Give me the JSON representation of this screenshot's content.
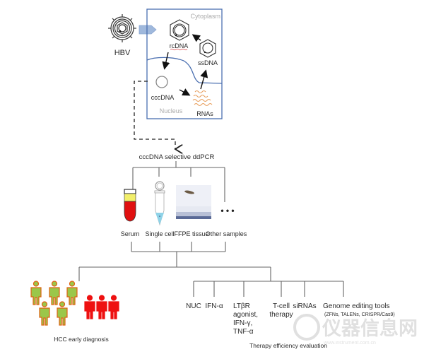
{
  "virus": {
    "label": "HBV"
  },
  "cell": {
    "cytoplasm_label": "Cytoplasm",
    "nucleus_label": "Nucleus",
    "rcdna_label": "rcDNA",
    "ssdna_label": "ssDNA",
    "cccdna_label": "cccDNA",
    "rnas_label": "RNAs"
  },
  "method": {
    "label": "cccDNA selective ddPCR"
  },
  "samples": [
    {
      "label": "Serum",
      "icon": "blood-tube-icon"
    },
    {
      "label": "Single cell",
      "icon": "microtube-icon"
    },
    {
      "label": "FFPE tissue",
      "icon": "tissue-block-icon"
    },
    {
      "label": "Other samples",
      "icon": "ellipsis-icon",
      "symbol": "• • •"
    }
  ],
  "applications": {
    "diagnosis": {
      "label": "HCC early diagnosis"
    },
    "therapy": {
      "label": "Therapy efficiency evaluation",
      "items": [
        {
          "lines": [
            "NUC"
          ]
        },
        {
          "lines": [
            "IFN-α"
          ]
        },
        {
          "lines": [
            "LTβR",
            "agonist,",
            "IFN-γ,",
            "TNF-α"
          ]
        },
        {
          "lines": [
            "T-cell",
            "therapy"
          ]
        },
        {
          "lines": [
            "siRNAs"
          ]
        },
        {
          "lines": [
            "Genome editing tools"
          ],
          "sub": "(ZFNs, TALENs, CRISPR/Cas9)"
        }
      ]
    }
  },
  "colors": {
    "cell_border": "#4a6fb0",
    "rna": "#e8a060",
    "arrow_fill": "#9fb8dc",
    "serum_red": "#e01010",
    "serum_yellow": "#f2ef6a",
    "cell_blue": "#8fd3e8",
    "person_green": "#9ac74a",
    "person_red": "#ee1111",
    "line": "#555555"
  },
  "watermark": {
    "text": "仪器信息网",
    "url_text": "www.instrument.com.cn"
  }
}
